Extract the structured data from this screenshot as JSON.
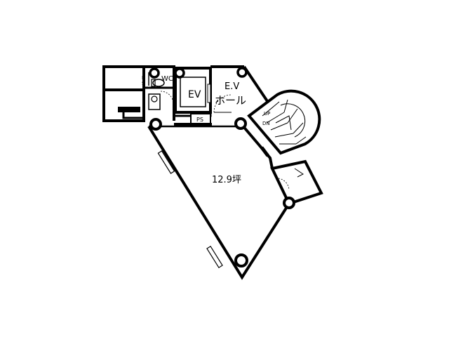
{
  "floorplan": {
    "area_label": "12.9坪",
    "ev_label": "EV",
    "hall_label_line1": "E.V",
    "hall_label_line2": "ホール",
    "wc_label": "WC",
    "ps_label_small_p": "P",
    "ps_label_small_s": "S",
    "ps_label": "PS",
    "stair_up_label": "UP",
    "stair_dn_label": "DN"
  },
  "colors": {
    "wall": "#000000",
    "background": "#ffffff",
    "thin_line": "#333333"
  }
}
